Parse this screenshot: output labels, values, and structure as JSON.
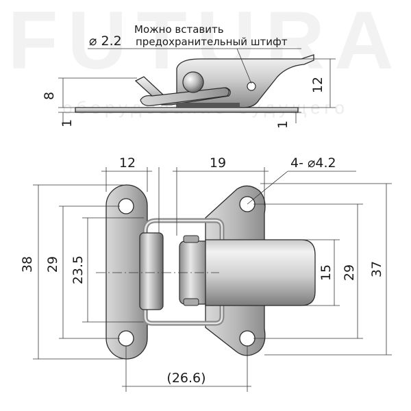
{
  "watermark": {
    "brand": "FUTURA",
    "slogan": "оборудование будущего"
  },
  "note": {
    "line1": "Можно вставить",
    "line2_dia": "⌀ 2.2",
    "line2_text": "предохранительный штифт"
  },
  "side_view": {
    "height_left": "8",
    "offset_left": "1",
    "height_right": "12",
    "offset_right": "1"
  },
  "top_view": {
    "width_left": "12",
    "width_mid": "19",
    "holes": "4- ⌀4.2",
    "height_overall_left": "38",
    "holes_pitch_left": "29",
    "inner_height": "23.5",
    "hasp_width": "15",
    "holes_pitch_right": "29",
    "height_overall_right": "37",
    "holes_span": "(26.6)"
  },
  "colors": {
    "metal_light": "#e6e6e6",
    "metal_mid": "#b4b4b4",
    "metal_dark": "#6f6f6f",
    "line": "#1a1a1a"
  }
}
